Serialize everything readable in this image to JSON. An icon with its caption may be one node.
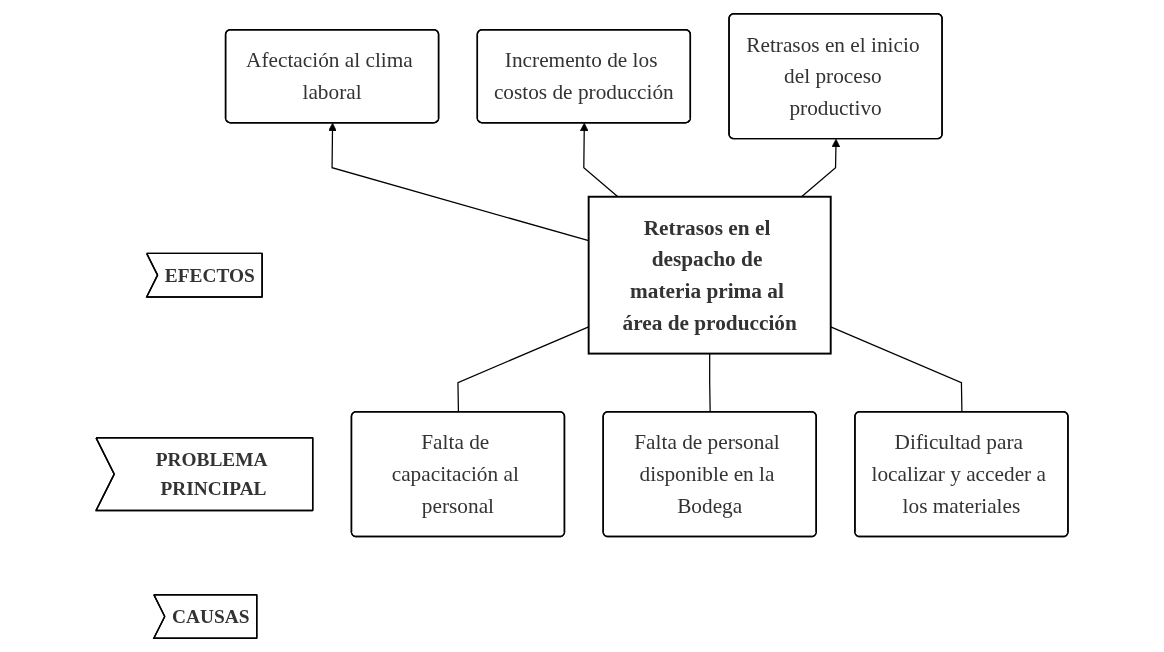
{
  "diagram": {
    "nodes": [
      {
        "text": [
          "EFECTOS"
        ]
      },
      {
        "text": [
          "Afectación al clima laboral"
        ]
      },
      {
        "text": [
          "Incremento de los costos de producción"
        ]
      },
      {
        "text": [
          "Retrasos en el inicio del proceso productivo"
        ]
      },
      {
        "text": [
          "PROBLEMA PRINCIPAL"
        ]
      },
      {
        "text": [
          "Retrasos en el despacho de materia prima al área de producción"
        ]
      },
      {
        "text": [
          "CAUSAS"
        ]
      },
      {
        "text": [
          "Falta de capacitación al personal"
        ]
      },
      {
        "text": [
          "Falta de personal disponible en la Bodega"
        ]
      },
      {
        "text": [
          "Dificultad para localizar y acceder a los materiales"
        ]
      }
    ],
    "edges": [
      {
        "from": 5,
        "to": 1,
        "arrow": "to"
      },
      {
        "from": 5,
        "to": 2,
        "arrow": "to"
      },
      {
        "from": 5,
        "to": 3,
        "arrow": "to"
      },
      {
        "from": 7,
        "to": 5,
        "arrow": "none"
      },
      {
        "from": 8,
        "to": 5,
        "arrow": "none"
      },
      {
        "from": 9,
        "to": 5,
        "arrow": "none"
      }
    ]
  }
}
